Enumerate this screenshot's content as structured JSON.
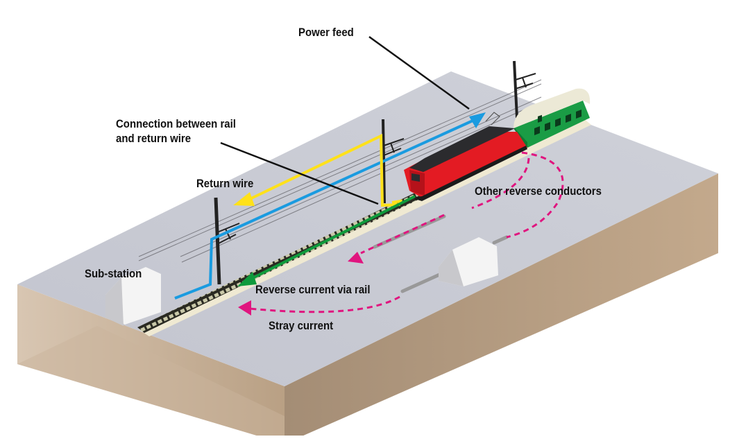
{
  "diagram": {
    "title": "Railway traction current return paths",
    "labels": {
      "power_feed": "Power feed",
      "connection_line1": "Connection between rail",
      "connection_line2": "and return wire",
      "return_wire": "Return wire",
      "other_reverse_conductors": "Other reverse conductors",
      "sub_station": "Sub-station",
      "reverse_current_via_rail": "Reverse current via rail",
      "stray_current": "Stray current"
    },
    "colors": {
      "power_feed": "#1a9be0",
      "return_wire": "#ffe11a",
      "rail_current": "#0f9a3c",
      "stray_current": "#e0157f",
      "locomotive": "#e31b23",
      "carriage": "#22b04a",
      "ground_top": "#c4c6d0",
      "ground_side": "#b9a084",
      "leader_line": "#111111"
    }
  }
}
